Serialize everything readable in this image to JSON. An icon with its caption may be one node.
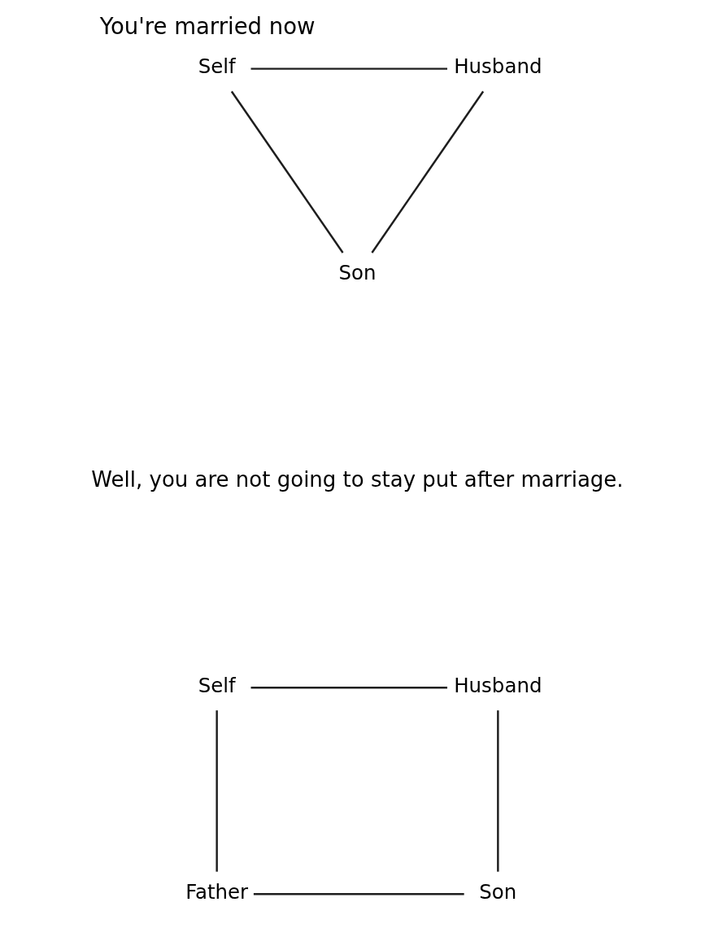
{
  "diagram": {
    "title": "You're married now",
    "nodes": [
      {
        "text": [
          "Self"
        ]
      },
      {
        "text": [
          "Husband"
        ]
      },
      {
        "text": [
          "Son"
        ]
      },
      {
        "text": [
          "Self"
        ]
      },
      {
        "text": [
          "Husband"
        ]
      },
      {
        "text": [
          "Son"
        ]
      },
      {
        "text": [
          "Father"
        ]
      }
    ],
    "edges": [
      {
        "from": 0,
        "to": 1,
        "arrow": "none"
      },
      {
        "from": 0,
        "to": 2,
        "arrow": "none"
      },
      {
        "from": 1,
        "to": 2,
        "arrow": "none"
      },
      {
        "from": 3,
        "to": 4,
        "arrow": "none"
      },
      {
        "from": 4,
        "to": 5,
        "arrow": "none"
      },
      {
        "from": 5,
        "to": 6,
        "arrow": "none"
      },
      {
        "from": 6,
        "to": 3,
        "arrow": "none"
      }
    ],
    "labels": [
      "Well, you are not going to stay put after marriage."
    ]
  }
}
